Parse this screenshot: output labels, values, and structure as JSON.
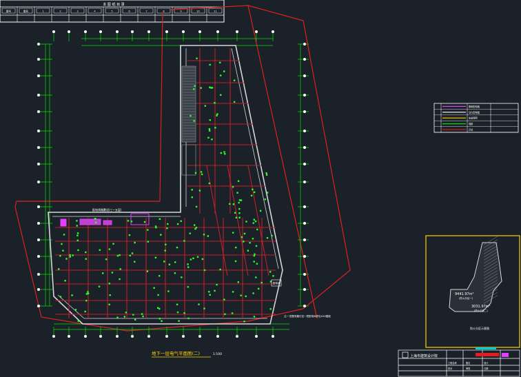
{
  "drawing": {
    "title": "地下一层电气平面图(二)",
    "scale_note": "1:100",
    "background": "#1b2128",
    "colors": {
      "wall": "#d8d8d8",
      "grid": "#00e000",
      "beam": "#c0202a",
      "boundary": "#e02020",
      "accent": "#e040ff",
      "note": "#ffd400",
      "white": "#ffffff"
    }
  },
  "header_table": {
    "title": "本 图 纸 目 录",
    "columns": [
      "图号",
      "图名",
      "1",
      "2",
      "3",
      "4",
      "5",
      "6",
      "7",
      "8",
      "9",
      "10",
      "11"
    ]
  },
  "legend_table": {
    "rows": [
      "照明配电箱",
      "动力配电箱",
      "应急照明",
      "插座",
      "开关"
    ]
  },
  "key_plan": {
    "label_1": "9441.97m²",
    "label_1_sub": "(防火分区一)",
    "label_2": "3031.97m²",
    "label_2_sub": "(防火分区二)",
    "caption": "防火分区示意图"
  },
  "annotations": {
    "note_top": "配电线路敷设(三~五层)",
    "note_right": "注:一层配电箱引至一层配电间详见XXX图纸",
    "room_label": "配电间"
  },
  "title_block": {
    "company": "上海市建筑设计院",
    "fields": [
      "工程名称",
      "图名",
      "设计",
      "校对",
      "审核",
      "日期"
    ]
  }
}
